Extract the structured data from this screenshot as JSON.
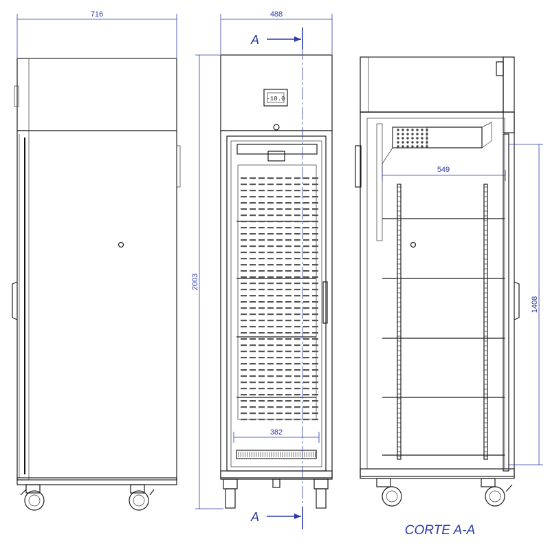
{
  "dimensions": {
    "side_width": "716",
    "front_width": "488",
    "height": "2003",
    "inner_width": "382",
    "section_depth": "549",
    "section_height": "1408"
  },
  "section_marker": "A",
  "section_caption": "CORTE A-A",
  "display_text": "-18.0",
  "colors": {
    "dimension": "#2a3aa8",
    "line": "#1a1a1a"
  }
}
